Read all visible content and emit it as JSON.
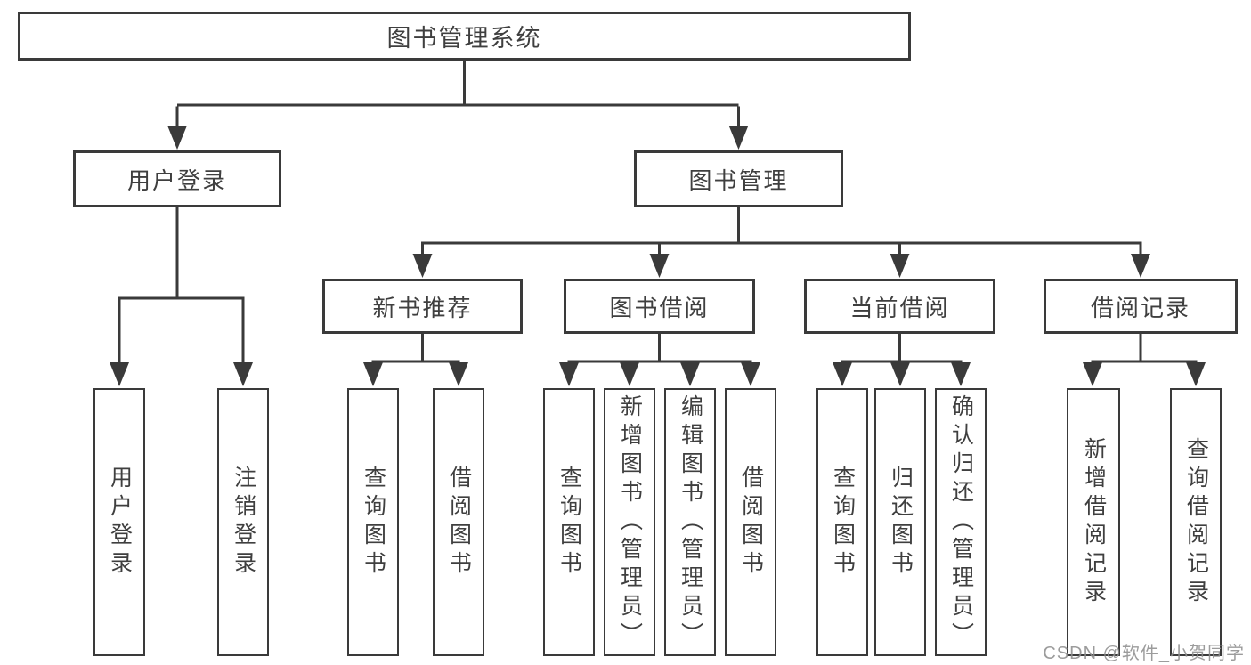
{
  "diagram": {
    "root": {
      "label": "图书管理系统"
    },
    "level2": [
      {
        "label": "用户登录"
      },
      {
        "label": "图书管理"
      }
    ],
    "level3": [
      {
        "label": "新书推荐"
      },
      {
        "label": "图书借阅"
      },
      {
        "label": "当前借阅"
      },
      {
        "label": "借阅记录"
      }
    ],
    "leaves": [
      {
        "label": "用户登录"
      },
      {
        "label": "注销登录"
      },
      {
        "label": "查询图书"
      },
      {
        "label": "借阅图书"
      },
      {
        "label": "查询图书"
      },
      {
        "label": "新增图书（管理员）"
      },
      {
        "label": "编辑图书（管理员）"
      },
      {
        "label": "借阅图书"
      },
      {
        "label": "查询图书"
      },
      {
        "label": "归还图书"
      },
      {
        "label": "确认归还（管理员）"
      },
      {
        "label": "新增借阅记录"
      },
      {
        "label": "查询借阅记录"
      }
    ]
  },
  "watermark": {
    "text": "CSDN @软件_小贺同学"
  },
  "colors": {
    "line": "#3a3a3a",
    "text": "#3f3f3f",
    "background": "#ffffff",
    "watermark": "#8f8f8f"
  }
}
